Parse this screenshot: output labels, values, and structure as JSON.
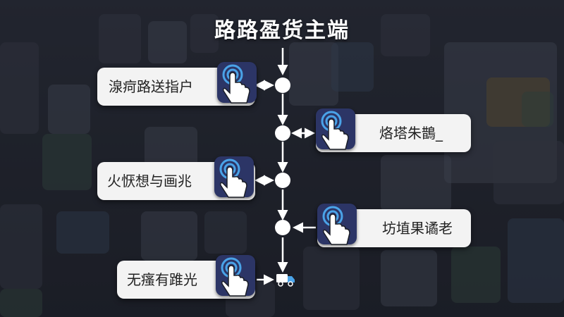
{
  "title": "路路盈货主端",
  "steps": [
    {
      "label": "湶疴路送指户",
      "side": "left"
    },
    {
      "label": "烙塔朱鵲_",
      "side": "right"
    },
    {
      "label": "火恹想与画兆",
      "side": "left"
    },
    {
      "label": "坊埴果谲老",
      "side": "right"
    },
    {
      "label": "无瘙有踓光",
      "side": "left"
    }
  ],
  "icons": {
    "step": "tap-hand-icon",
    "end": "delivery-truck-icon"
  },
  "colors": {
    "card": "#f3f3f3",
    "hand_pad": "#2c3566",
    "accent_blue": "#4aa3e8",
    "spine": "#ffffff"
  }
}
